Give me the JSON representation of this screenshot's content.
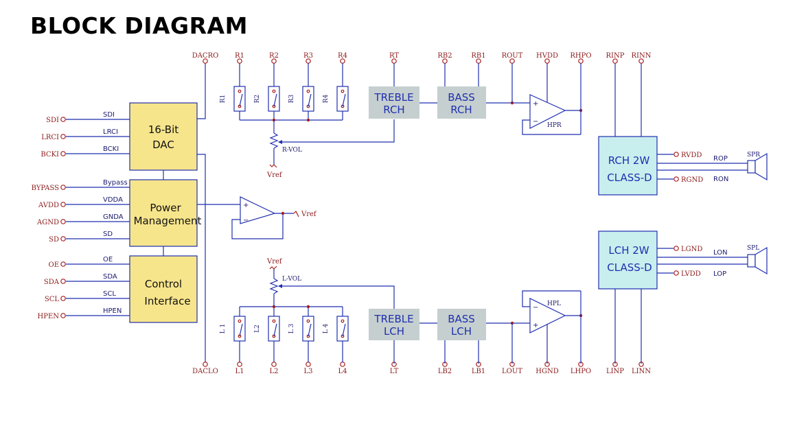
{
  "title": "BLOCK DIAGRAM",
  "blocks": {
    "dac": [
      "16-Bit",
      "DAC"
    ],
    "power": [
      "Power",
      "Management"
    ],
    "control": [
      "Control",
      "Interface"
    ],
    "treble_r": [
      "TREBLE",
      "RCH"
    ],
    "bass_r": [
      "BASS",
      "RCH"
    ],
    "treble_l": [
      "TREBLE",
      "LCH"
    ],
    "bass_l": [
      "BASS",
      "LCH"
    ],
    "class_d_r": [
      "RCH 2W",
      "CLASS-D"
    ],
    "class_d_l": [
      "LCH 2W",
      "CLASS-D"
    ]
  },
  "left_inputs": [
    {
      "pin": "SDI",
      "signal": "SDI"
    },
    {
      "pin": "LRCI",
      "signal": "LRCI"
    },
    {
      "pin": "BCKI",
      "signal": "BCKI"
    },
    {
      "pin": "BYPASS",
      "signal": "Bypass"
    },
    {
      "pin": "AVDD",
      "signal": "VDDA"
    },
    {
      "pin": "AGND",
      "signal": "GNDA"
    },
    {
      "pin": "SD",
      "signal": "SD"
    },
    {
      "pin": "OE",
      "signal": "OE"
    },
    {
      "pin": "SDA",
      "signal": "SDA"
    },
    {
      "pin": "SCL",
      "signal": "SCL"
    },
    {
      "pin": "HPEN",
      "signal": "HPEN"
    }
  ],
  "top_pins": [
    "DACRO",
    "R1",
    "R2",
    "R3",
    "R4",
    "RT",
    "RB2",
    "RB1",
    "ROUT",
    "HVDD",
    "RHPO",
    "RINP",
    "RINN"
  ],
  "bottom_pins": [
    "DACLO",
    "L1",
    "L2",
    "L3",
    "L4",
    "LT",
    "LB2",
    "LB1",
    "LOUT",
    "HGND",
    "LHPO",
    "LINP",
    "LINN"
  ],
  "switch_labels_r": [
    "R1",
    "R2",
    "R3",
    "R4"
  ],
  "switch_labels_l": [
    "L 1",
    "L2",
    "L 3",
    "L 4"
  ],
  "pot_labels": {
    "r": "R-VOL",
    "l": "L-VOL"
  },
  "vref": "Vref",
  "amp_labels": {
    "hpr": "HPR",
    "hpl": "HPL"
  },
  "speaker_pins_r": [
    "RVDD",
    "RGND"
  ],
  "speaker_pins_l": [
    "LGND",
    "LVDD"
  ],
  "speaker_signals_r": [
    "ROP",
    "RON"
  ],
  "speaker_signals_l": [
    "LON",
    "LOP"
  ],
  "speakers": {
    "r": "SPR",
    "l": "SPL"
  },
  "colors": {
    "wire": "#1f2fae",
    "pin": "#a81c1c",
    "block_fill": "#f7e58c",
    "gray_block": "#c5cfcf",
    "classd_fill": "#c9eeee"
  }
}
